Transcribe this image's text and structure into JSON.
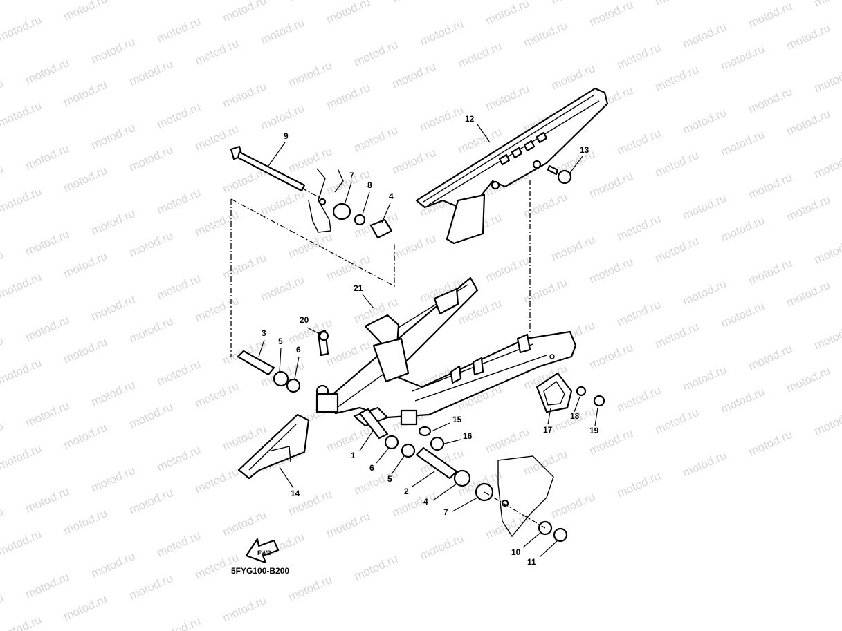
{
  "watermark": "motod.ru",
  "diagram_code": "5FYG100-B200",
  "fwd_label": "FWD",
  "callouts": [
    {
      "id": "1",
      "label": "1"
    },
    {
      "id": "2",
      "label": "2"
    },
    {
      "id": "3",
      "label": "3"
    },
    {
      "id": "4a",
      "label": "4"
    },
    {
      "id": "4b",
      "label": "4"
    },
    {
      "id": "5a",
      "label": "5"
    },
    {
      "id": "5b",
      "label": "5"
    },
    {
      "id": "6a",
      "label": "6"
    },
    {
      "id": "6b",
      "label": "6"
    },
    {
      "id": "7a",
      "label": "7"
    },
    {
      "id": "7b",
      "label": "7"
    },
    {
      "id": "8",
      "label": "8"
    },
    {
      "id": "9",
      "label": "9"
    },
    {
      "id": "10",
      "label": "10"
    },
    {
      "id": "11",
      "label": "11"
    },
    {
      "id": "12",
      "label": "12"
    },
    {
      "id": "13",
      "label": "13"
    },
    {
      "id": "14",
      "label": "14"
    },
    {
      "id": "15",
      "label": "15"
    },
    {
      "id": "16",
      "label": "16"
    },
    {
      "id": "17",
      "label": "17"
    },
    {
      "id": "18",
      "label": "18"
    },
    {
      "id": "19",
      "label": "19"
    },
    {
      "id": "20",
      "label": "20"
    },
    {
      "id": "21",
      "label": "21"
    }
  ]
}
